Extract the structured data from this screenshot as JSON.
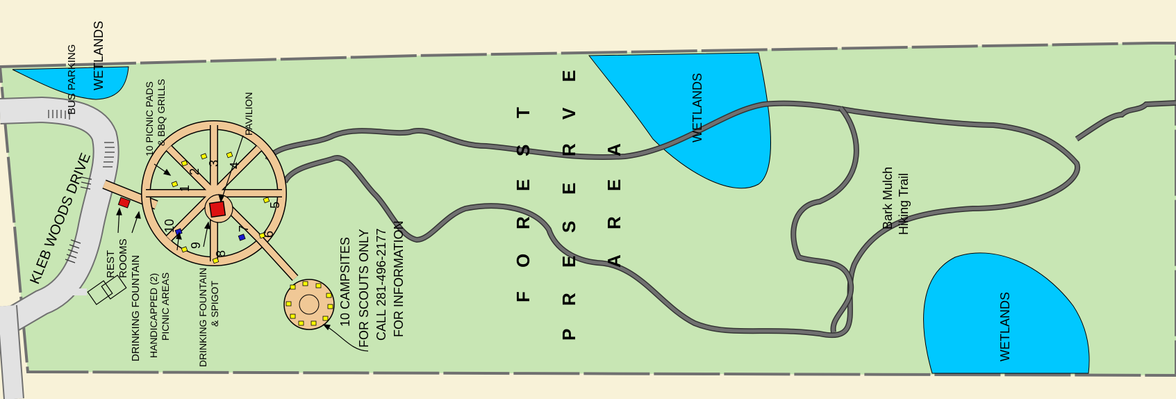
{
  "colors": {
    "background": "#f8f2d8",
    "park": "#c8e6b4",
    "water": "#00c8ff",
    "trail": "#707070",
    "picnic_area": "#f0c896",
    "building": "#dd1111",
    "pad": "#ffff00",
    "spigot": "#1a1acc",
    "road": "#e2e2e2"
  },
  "labels": {
    "wetlands_top_left": "WETLANDS",
    "wetlands_top_mid": "WETLANDS",
    "wetlands_bottom_right": "WETLANDS",
    "bus_parking": "BUS PARKING",
    "road_name": "KLEB WOODS DRIVE",
    "picnic_pads_1": "10 PICNIC PADS",
    "picnic_pads_2": "& BBQ GRILLS",
    "pavilion": "PAVILION",
    "rest_rooms_1": "REST",
    "rest_rooms_2": "ROOMS",
    "drinking_fountain": "DRINKING FOUNTAIN",
    "handicapped_1": "HANDICAPPED (2)",
    "handicapped_2": "PICNIC AREAS",
    "fountain_spigot_1": "DRINKING FOUNTAIN",
    "fountain_spigot_2": "& SPIGOT",
    "campsites_1": "10 CAMPSITES",
    "campsites_2": "FOR SCOUTS ONLY",
    "campsites_3": "CALL 281-496-2177",
    "campsites_4": "FOR INFORMATION",
    "forest_word1": "FOREST",
    "forest_word2": "PRESERVE",
    "forest_word3": "AREA",
    "trail_1": "Bark Mulch",
    "trail_2": "Hiking Trail"
  },
  "forest_letters": {
    "forest": [
      "F",
      "O",
      "R",
      "E",
      "S",
      "T"
    ],
    "preserve": [
      "P",
      "R",
      "E",
      "S",
      "E",
      "R",
      "V",
      "E"
    ],
    "area": [
      "A",
      "R",
      "E",
      "A"
    ]
  },
  "picnic_pad_numbers": [
    "1",
    "2",
    "3",
    "4",
    "5",
    "6",
    "7",
    "8",
    "9",
    "10"
  ]
}
